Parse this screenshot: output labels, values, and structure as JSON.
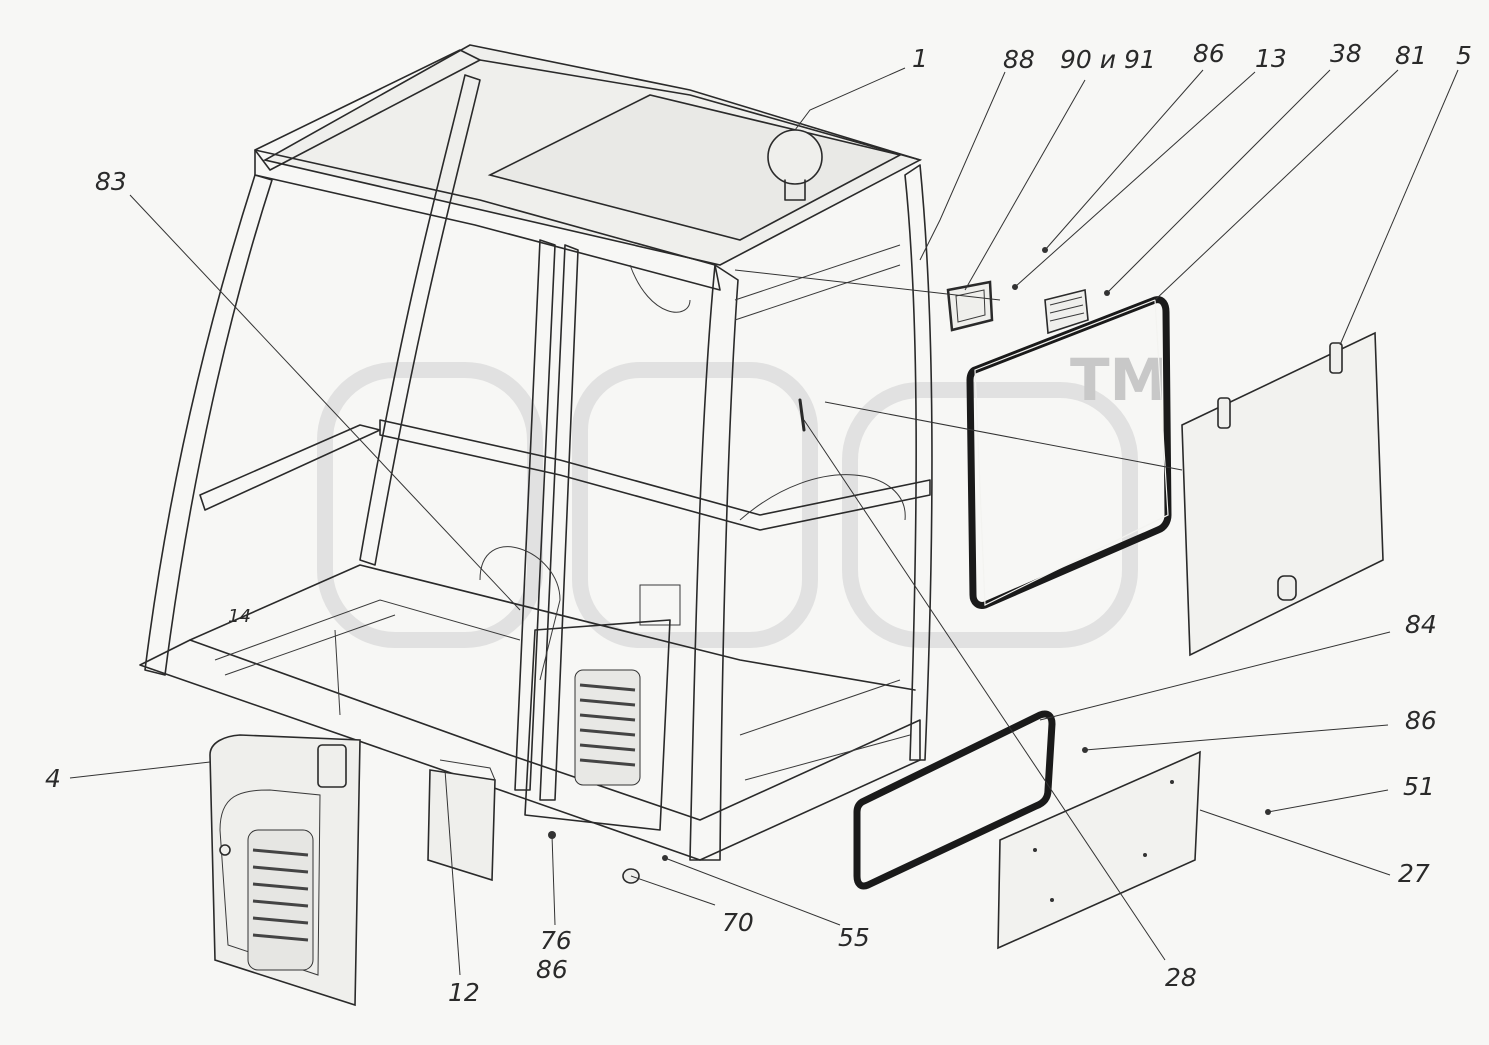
{
  "labels": [
    {
      "id": "l1",
      "text": "1"
    },
    {
      "id": "l88",
      "text": "88"
    },
    {
      "id": "l90",
      "text": "90 и 91"
    },
    {
      "id": "l86a",
      "text": "86"
    },
    {
      "id": "l13",
      "text": "13"
    },
    {
      "id": "l38",
      "text": "38"
    },
    {
      "id": "l81",
      "text": "81"
    },
    {
      "id": "l5",
      "text": "5"
    },
    {
      "id": "l83",
      "text": "83"
    },
    {
      "id": "l84",
      "text": "84"
    },
    {
      "id": "l86b",
      "text": "86"
    },
    {
      "id": "l51",
      "text": "51"
    },
    {
      "id": "l27",
      "text": "27"
    },
    {
      "id": "l28",
      "text": "28"
    },
    {
      "id": "l55",
      "text": "55"
    },
    {
      "id": "l70",
      "text": "70"
    },
    {
      "id": "l76",
      "text": "76"
    },
    {
      "id": "l86c",
      "text": "86"
    },
    {
      "id": "l12",
      "text": "12"
    },
    {
      "id": "l4",
      "text": "4"
    },
    {
      "id": "l14",
      "text": "14"
    }
  ],
  "watermark": {
    "tm": "TM"
  }
}
